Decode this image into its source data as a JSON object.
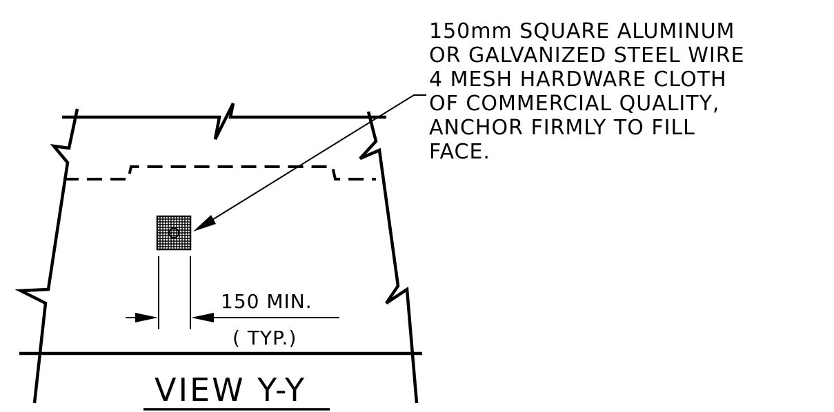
{
  "note": {
    "lines": [
      "150mm SQUARE ALUMINUM",
      "OR GALVANIZED STEEL WIRE",
      "4 MESH HARDWARE CLOTH",
      "OF COMMERCIAL QUALITY,",
      "ANCHOR FIRMLY TO FILL",
      "FACE."
    ]
  },
  "dimension": {
    "value_label": "150 MIN.",
    "qualifier_label": "( TYP.)"
  },
  "view": {
    "title": "VIEW Y-Y"
  },
  "colors": {
    "ink": "#000000",
    "paper": "#ffffff"
  }
}
